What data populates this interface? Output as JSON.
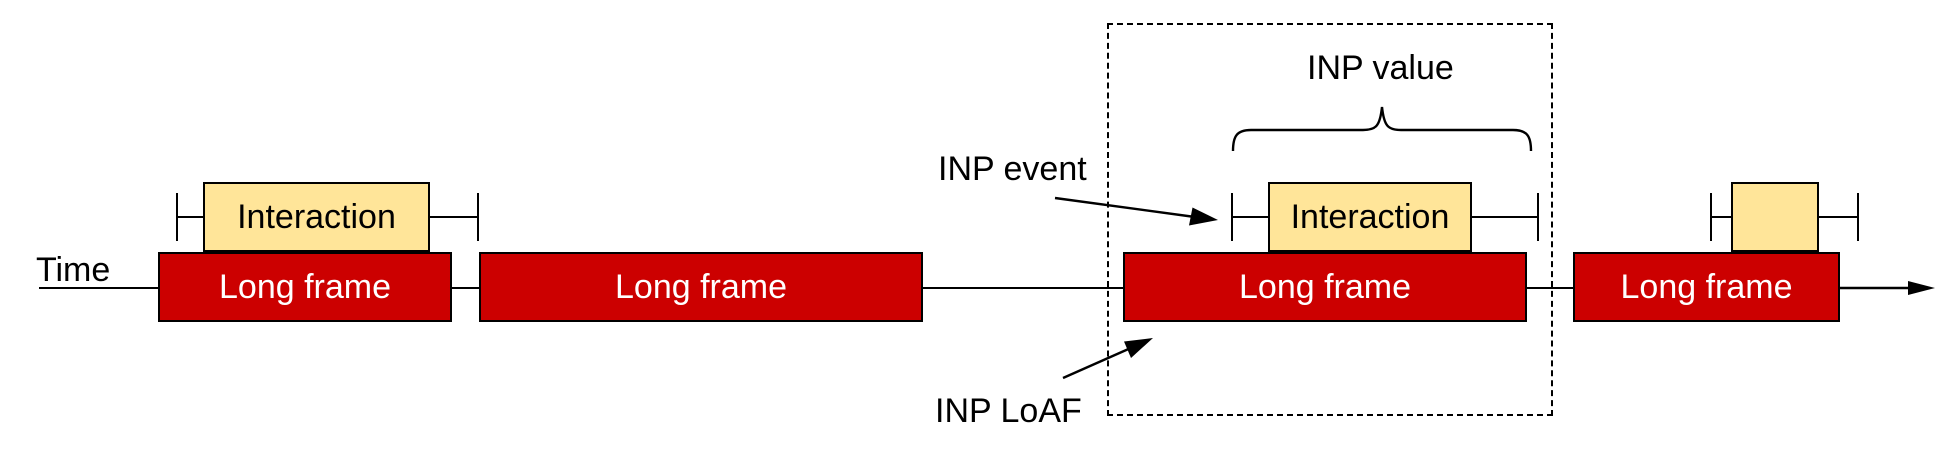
{
  "diagram": {
    "timeline": {
      "label": "Time"
    },
    "frames": [
      {
        "label": "Long frame"
      },
      {
        "label": "Long frame"
      },
      {
        "label": "Long frame"
      },
      {
        "label": "Long frame"
      }
    ],
    "interactions": [
      {
        "label": "Interaction"
      },
      {
        "label": "Interaction"
      },
      {
        "label": ""
      }
    ],
    "annotations": {
      "inp_value": "INP value",
      "inp_event": "INP event",
      "inp_loaf": "INP LoAF"
    },
    "icons": {
      "timeline_arrowhead": "filled right-pointing triangle",
      "annotation_arrowhead": "filled pointer triangle",
      "interaction_bounds": "I-beam tick marks",
      "inp_value_span": "horizontal curly brace"
    },
    "colors": {
      "long_frame_fill": "#cc0000",
      "long_frame_text": "#ffffff",
      "interaction_fill": "#ffe599",
      "outline": "#000000",
      "background": "#ffffff"
    }
  }
}
